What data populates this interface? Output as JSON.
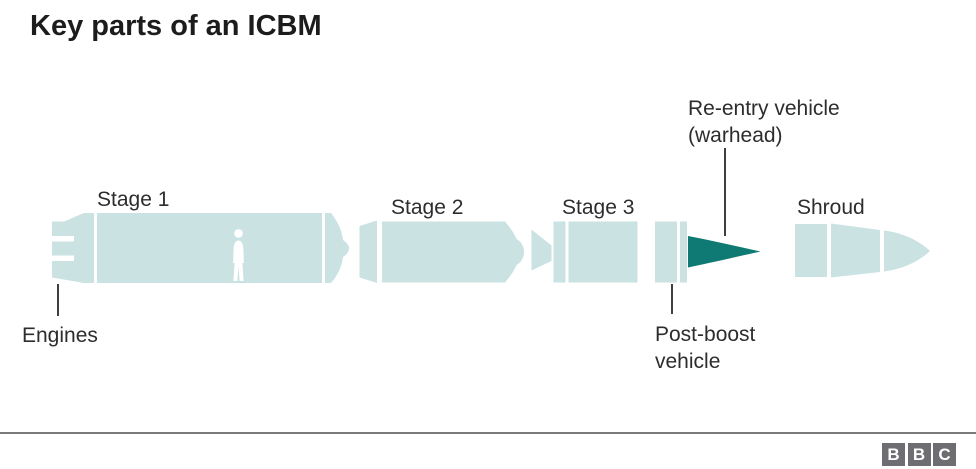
{
  "title": "Key parts of an ICBM",
  "diagram": {
    "body_fill_color": "#cae2e1",
    "warhead_fill_color": "#0e7a73",
    "pointer_line_color": "#3f3f3f",
    "labels": {
      "stage1": "Stage 1",
      "stage2": "Stage 2",
      "stage3": "Stage 3",
      "engines": "Engines",
      "reentry_line1": "Re-entry vehicle",
      "reentry_line2": "(warhead)",
      "postboost_line1": "Post-boost",
      "postboost_line2": "vehicle",
      "shroud": "Shroud"
    }
  },
  "footer": {
    "divider_color": "#7a7a7a",
    "logo_letters": [
      "B",
      "B",
      "C"
    ]
  }
}
